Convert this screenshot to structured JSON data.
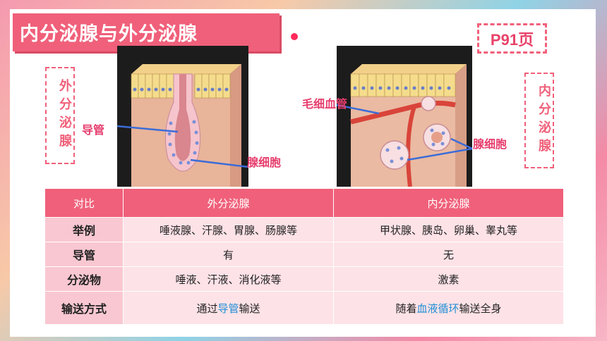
{
  "title": "内分泌腺与外分泌腺",
  "page_ref": "P91页",
  "labels": {
    "exocrine_side": "外分泌腺",
    "endocrine_side": "内分泌腺",
    "duct": "导管",
    "gland_cell_left": "腺细胞",
    "capillary": "毛细血管",
    "gland_cell_right": "腺细胞"
  },
  "table": {
    "headers": [
      "对比",
      "外分泌腺",
      "内分泌腺"
    ],
    "rows": [
      {
        "label": "举例",
        "exo": "唾液腺、汗腺、胃腺、肠腺等",
        "endo": "甲状腺、胰岛、卵巢、睾丸等"
      },
      {
        "label": "导管",
        "exo": "有",
        "endo": "无"
      },
      {
        "label": "分泌物",
        "exo": "唾液、汗液、消化液等",
        "endo": "激素"
      },
      {
        "label": "输送方式",
        "exo_pre": "通过",
        "exo_hl": "导管",
        "exo_post": "输送",
        "endo_pre": "随着",
        "endo_hl": "血液循环",
        "endo_post": "输送全身"
      }
    ]
  },
  "colors": {
    "accent": "#f0607a",
    "highlight": "#1e8fd6",
    "callout": "#e63d6d"
  }
}
